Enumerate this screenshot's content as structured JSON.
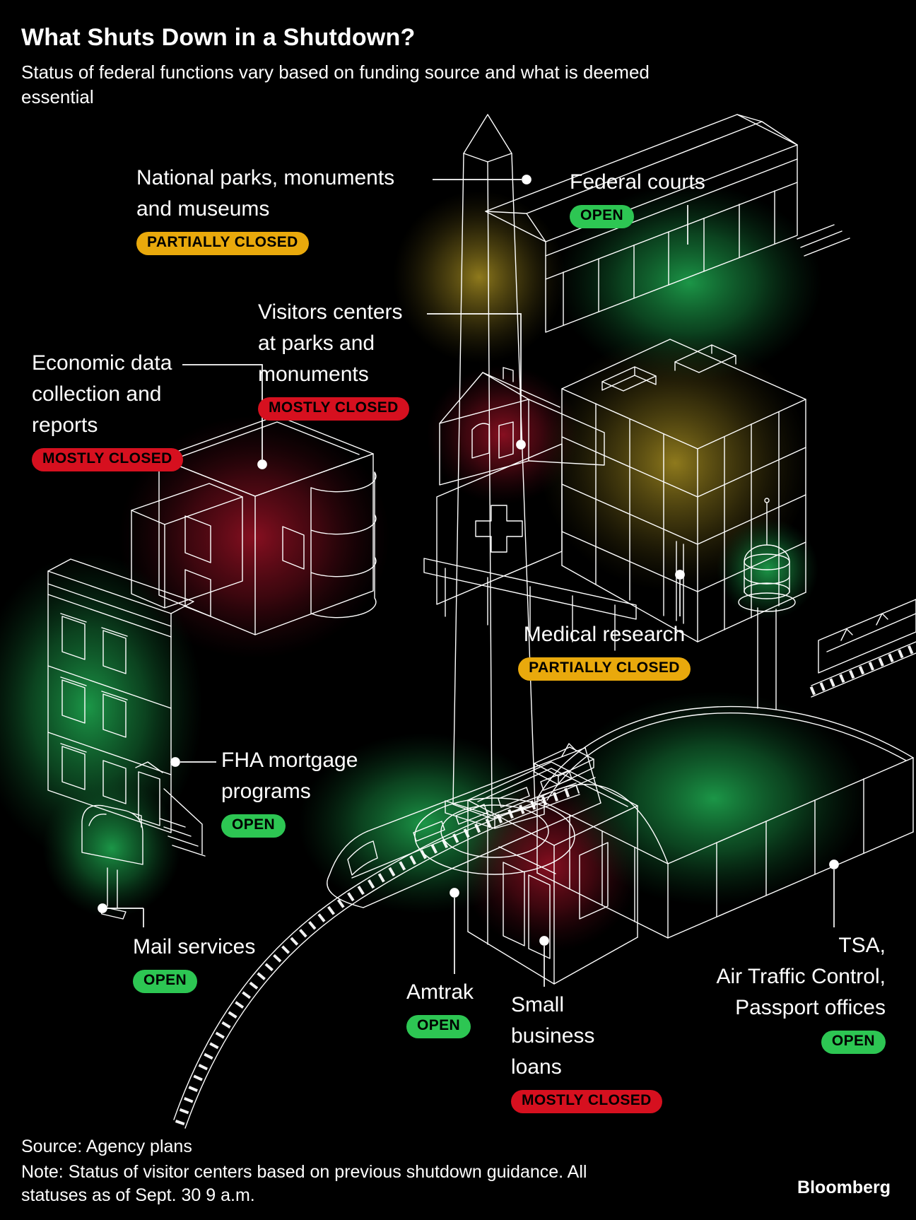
{
  "header": {
    "title": "What Shuts Down in a Shutdown?",
    "subtitle": "Status of federal functions vary based on funding source and what is deemed\nessential"
  },
  "annotations": {
    "national_parks": {
      "label": "National parks, monuments\nand museums",
      "status": "PARTIALLY CLOSED",
      "status_color": "#e9a90c"
    },
    "federal_courts": {
      "label": "Federal courts",
      "status": "OPEN",
      "status_color": "#2dc653"
    },
    "visitors_centers": {
      "label": "Visitors centers\nat parks and\nmonuments",
      "status": "MOSTLY CLOSED",
      "status_color": "#d6101f"
    },
    "economic_data": {
      "label": "Economic data\ncollection and\nreports",
      "status": "MOSTLY CLOSED",
      "status_color": "#d6101f"
    },
    "medical_research": {
      "label": "Medical research",
      "status": "PARTIALLY CLOSED",
      "status_color": "#e9a90c"
    },
    "fha_mortgage": {
      "label": "FHA mortgage\nprograms",
      "status": "OPEN",
      "status_color": "#2dc653"
    },
    "mail_services": {
      "label": "Mail services",
      "status": "OPEN",
      "status_color": "#2dc653"
    },
    "amtrak": {
      "label": "Amtrak",
      "status": "OPEN",
      "status_color": "#2dc653"
    },
    "small_business": {
      "label": "Small\nbusiness\nloans",
      "status": "MOSTLY CLOSED",
      "status_color": "#d6101f"
    },
    "tsa": {
      "label": "TSA,\nAir Traffic Control,\nPassport offices",
      "status": "OPEN",
      "status_color": "#2dc653"
    }
  },
  "glow_colors": {
    "open": "#1d9e4b",
    "partially_closed": "#96801e",
    "mostly_closed": "#8e1022"
  },
  "footer": {
    "source": "Source: Agency plans",
    "note": "Note: Status of visitor centers based on previous shutdown guidance. All\nstatuses as of Sept. 30 9 a.m.",
    "brand": "Bloomberg"
  }
}
